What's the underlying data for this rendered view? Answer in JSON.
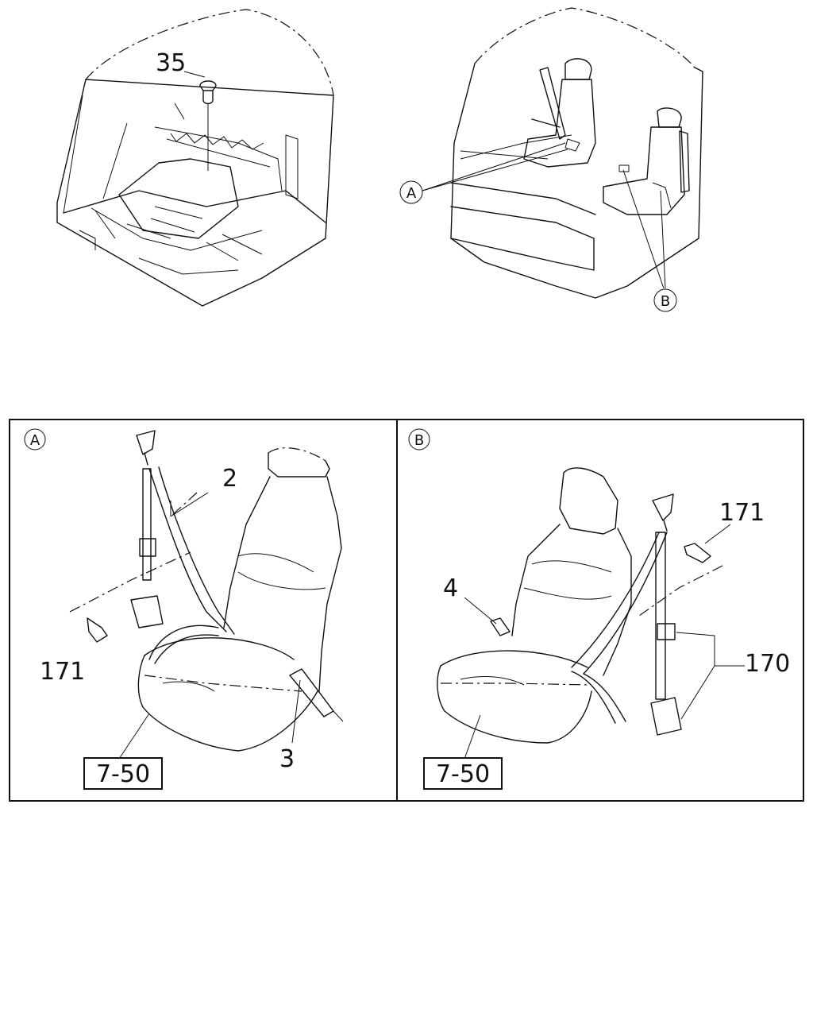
{
  "overview": {
    "floor_part_number": "35",
    "callout_a": "A",
    "callout_b": "B"
  },
  "detail_a": {
    "tag": "A",
    "parts": [
      "2",
      "171",
      "3"
    ],
    "reference": "7-50"
  },
  "detail_b": {
    "tag": "B",
    "parts": [
      "171",
      "4",
      "170"
    ],
    "reference": "7-50"
  }
}
